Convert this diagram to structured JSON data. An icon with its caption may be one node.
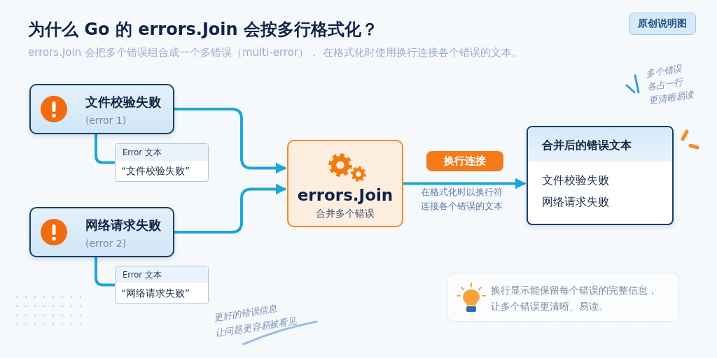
{
  "diagram": {
    "title": "为什么 Go 的 errors.Join 会按多行格式化？",
    "caption": "errors.Join 会把多个错误组合成一个多错误（multi-error）， 在格式化时使用换行连接各个错误的文本。",
    "nodes": [
      {
        "text": [
          "文件校验失败",
          "(error 1)"
        ]
      },
      {
        "text": [
          "Error 文本",
          "“文件校验失败”"
        ]
      },
      {
        "text": [
          "网络请求失败",
          "(error 2)"
        ]
      },
      {
        "text": [
          "Error 文本",
          "“网络请求失败”"
        ]
      },
      {
        "text": [
          "errors.Join",
          "合并多个错误"
        ]
      },
      {
        "text": [
          "合并后的错误文本",
          "文件校验失败",
          "网络请求失败"
        ]
      },
      {
        "text": [
          "换行显示能保留每个错误的完整信息，让多个错误更清晰、易读。"
        ]
      }
    ],
    "edges": [
      {
        "from": 0,
        "to": 1,
        "arrow": "none"
      },
      {
        "from": 2,
        "to": 3,
        "arrow": "none"
      },
      {
        "from": 0,
        "to": 4,
        "arrow": "to"
      },
      {
        "from": 2,
        "to": 4,
        "arrow": "to"
      },
      {
        "from": 4,
        "to": 5,
        "arrow": "to",
        "label": "换行连接"
      }
    ],
    "labels": [
      "原创说明图",
      "多个错误",
      "各占一行",
      "更清晰易读",
      "在格式化时以换行符连接各个错误的文本",
      "更好的错误信息",
      "让问题更容易被看见"
    ]
  }
}
